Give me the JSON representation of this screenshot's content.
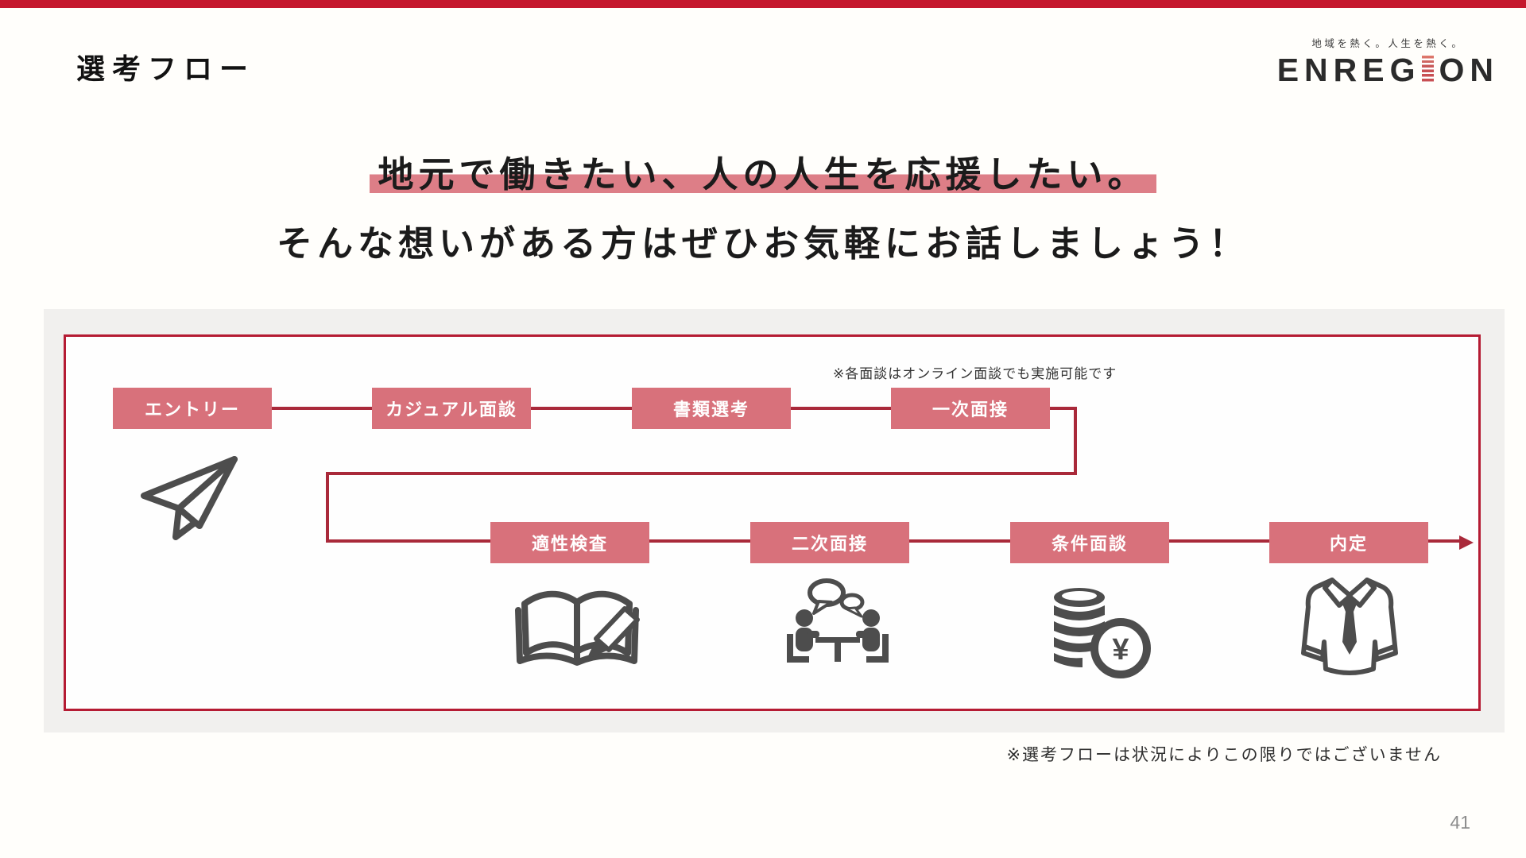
{
  "page": {
    "number": "41"
  },
  "header": {
    "title": "選考フロー"
  },
  "logo": {
    "tagline": "地域を熱く。人生を熱く。",
    "wordmark_before_i": "ENREG",
    "wordmark_after_i": "ON",
    "bar_color": "#c84f53"
  },
  "headline": {
    "line1": "地元で働きたい、人の人生を応援したい。",
    "line2": "そんな想いがある方はぜひお気軽にお話しましょう！",
    "highlight_color": "#dd7e87"
  },
  "diagram": {
    "online_note": "※各面談はオンライン面談でも実施可能です",
    "box_color": "#d8717b",
    "line_color": "#a9293a",
    "frame_color": "#b51b33",
    "steps": [
      {
        "label": "エントリー"
      },
      {
        "label": "カジュアル面談"
      },
      {
        "label": "書類選考"
      },
      {
        "label": "一次面接"
      },
      {
        "label": "適性検査"
      },
      {
        "label": "二次面接"
      },
      {
        "label": "条件面談"
      },
      {
        "label": "内定"
      }
    ],
    "icons": {
      "entry": "paper-plane-icon",
      "aptitude": "book-pencil-icon",
      "interview": "interview-table-icon",
      "conditions": "coins-yen-icon",
      "offer": "shirt-tie-icon",
      "yen_symbol": "¥"
    }
  },
  "footnote": "※選考フローは状況によりこの限りではございません"
}
